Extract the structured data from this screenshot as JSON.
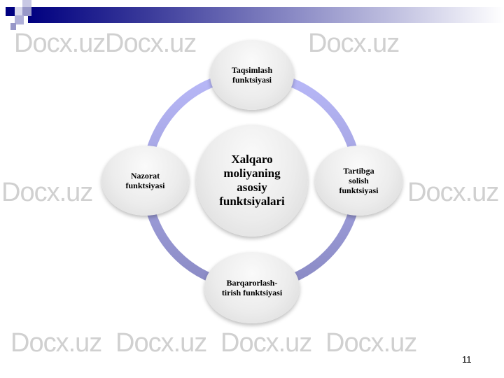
{
  "diagram": {
    "center": "Xalqaro moliyaning asosiy funktsiyalari",
    "nodes": [
      {
        "label": "Taqsimlash funktsiyasi"
      },
      {
        "label": "Tartibga solish funktsiyasi"
      },
      {
        "label": "Barqarorlash-tirish funktsiyasi"
      },
      {
        "label": "Nazorat funktsiyasi"
      }
    ]
  },
  "watermark": "Docx.uz",
  "page_number": "11",
  "colors": {
    "header": "#000080",
    "ring_top": "#b4b4f4",
    "ring_bottom": "#8c8cc8"
  }
}
